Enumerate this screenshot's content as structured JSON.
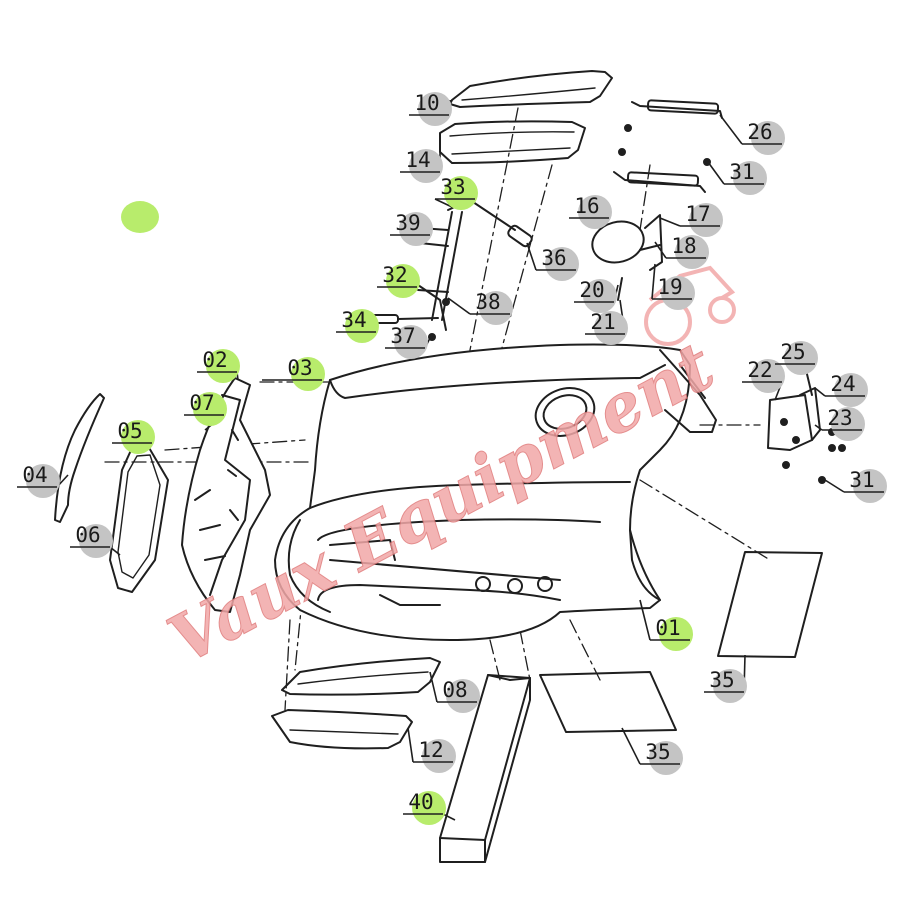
{
  "watermark": {
    "text": "Vaux Equipment",
    "color": "#f2a8a8"
  },
  "colors": {
    "highlight": "#b8ec6c",
    "badge": "#c4c4c4",
    "line": "#1f1f1f"
  },
  "callouts": [
    {
      "id": "01",
      "highlight": true
    },
    {
      "id": "02",
      "highlight": true
    },
    {
      "id": "03",
      "highlight": true
    },
    {
      "id": "04",
      "highlight": false
    },
    {
      "id": "05",
      "highlight": true
    },
    {
      "id": "06",
      "highlight": false
    },
    {
      "id": "07",
      "highlight": true
    },
    {
      "id": "08",
      "highlight": false
    },
    {
      "id": "10",
      "highlight": false
    },
    {
      "id": "12",
      "highlight": false
    },
    {
      "id": "14",
      "highlight": false
    },
    {
      "id": "16",
      "highlight": false
    },
    {
      "id": "17",
      "highlight": false
    },
    {
      "id": "18",
      "highlight": false
    },
    {
      "id": "19",
      "highlight": false
    },
    {
      "id": "20",
      "highlight": false
    },
    {
      "id": "21",
      "highlight": false
    },
    {
      "id": "22",
      "highlight": false
    },
    {
      "id": "23",
      "highlight": false
    },
    {
      "id": "24",
      "highlight": false
    },
    {
      "id": "25",
      "highlight": false
    },
    {
      "id": "26",
      "highlight": false
    },
    {
      "id": "31",
      "highlight": false
    },
    {
      "id": "31",
      "highlight": false
    },
    {
      "id": "32",
      "highlight": true
    },
    {
      "id": "33",
      "highlight": true
    },
    {
      "id": "34",
      "highlight": true
    },
    {
      "id": "35",
      "highlight": false
    },
    {
      "id": "35",
      "highlight": false
    },
    {
      "id": "36",
      "highlight": false
    },
    {
      "id": "37",
      "highlight": false
    },
    {
      "id": "38",
      "highlight": false
    },
    {
      "id": "39",
      "highlight": false
    },
    {
      "id": "40",
      "highlight": true
    }
  ]
}
